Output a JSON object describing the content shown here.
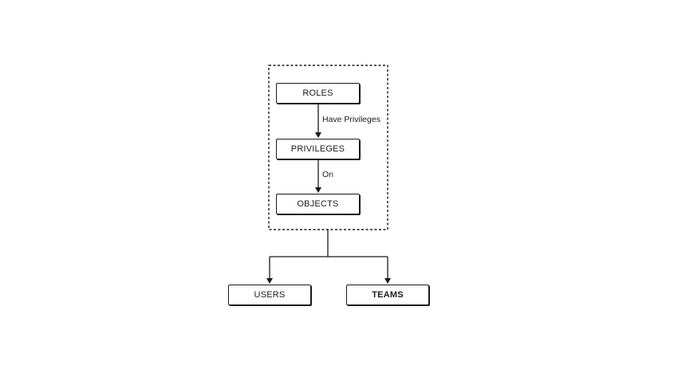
{
  "nodes": {
    "roles": "ROLES",
    "privileges": "PRIVILEGES",
    "objects": "OBJECTS",
    "users": "USERS",
    "teams": "TEAMS"
  },
  "edges": {
    "roles_to_privileges": "Have Privileges",
    "privileges_to_objects": "On"
  }
}
